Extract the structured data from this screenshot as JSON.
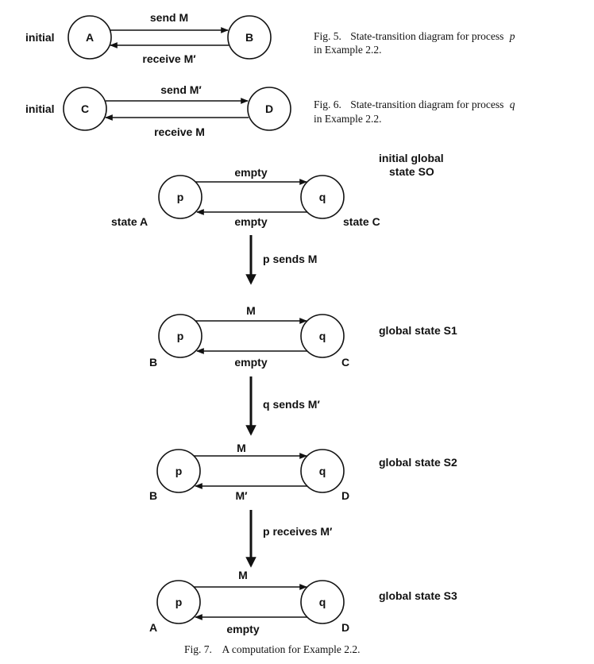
{
  "fig5": {
    "initial_label": "initial",
    "left_state": "A",
    "right_state": "B",
    "top_edge_label": "send M",
    "bottom_edge_label": "receive M′",
    "caption_num": "Fig. 5.",
    "caption_text_line1": "State-transition diagram for process",
    "caption_var": "p",
    "caption_text_line2": "in Example 2.2."
  },
  "fig6": {
    "initial_label": "initial",
    "left_state": "C",
    "right_state": "D",
    "top_edge_label": "send M′",
    "bottom_edge_label": "receive M",
    "caption_num": "Fig. 6.",
    "caption_text_line1": "State-transition diagram for process",
    "caption_var": "q",
    "caption_text_line2": "in Example 2.2."
  },
  "fig7": {
    "process_left": "p",
    "process_right": "q",
    "states": [
      {
        "title_line1": "initial global",
        "title_line2": "state SO",
        "top_channel": "empty",
        "bottom_channel": "empty",
        "left_state": "state A",
        "right_state": "state C"
      },
      {
        "title_line1": "global state S1",
        "title_line2": "",
        "top_channel": "M",
        "bottom_channel": "empty",
        "left_state": "B",
        "right_state": "C"
      },
      {
        "title_line1": "global state S2",
        "title_line2": "",
        "top_channel": "M",
        "bottom_channel": "M′",
        "left_state": "B",
        "right_state": "D"
      },
      {
        "title_line1": "global state S3",
        "title_line2": "",
        "top_channel": "M",
        "bottom_channel": "empty",
        "left_state": "A",
        "right_state": "D"
      }
    ],
    "transitions": [
      "p sends M",
      "q sends M′",
      "p receives M′"
    ],
    "caption_num": "Fig. 7.",
    "caption_text": "A computation for Example 2.2."
  }
}
